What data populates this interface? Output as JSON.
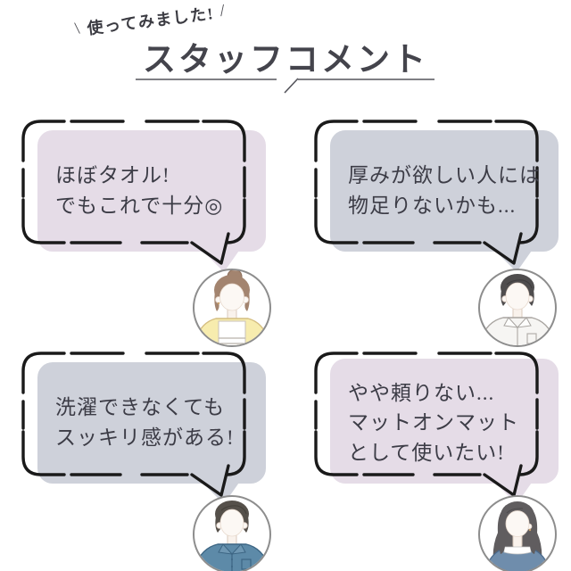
{
  "header": {
    "tagline_open": "\\",
    "tagline": "使ってみました!",
    "tagline_close": "/",
    "title": "スタッフコメント"
  },
  "colors": {
    "bubble_pink": "#e5dce7",
    "bubble_gray": "#ced1da",
    "bubble_border": "#1a1a1a",
    "text": "#3c3c46",
    "title_text": "#44444c",
    "avatar_ring": "#8d8d8d",
    "cardigan_yellow": "#f7ecae",
    "shirt_white": "#f6f5f3",
    "shirt_blue": "#5d8aa8",
    "top_blue": "#6f8dac",
    "hair_brown": "#a3846f",
    "hair_dark": "#4f4d4e"
  },
  "comments": [
    {
      "lines": [
        "ほぼタオル!",
        "でもこれで十分◎"
      ],
      "bubble_color": "#e5dce7",
      "avatar": "woman-hair-bun-yellow-cardigan"
    },
    {
      "lines": [
        "厚みが欲しい人には",
        "物足りないかも..."
      ],
      "bubble_color": "#ced1da",
      "avatar": "man-short-hair-white-shirt"
    },
    {
      "lines": [
        "洗濯できなくても",
        "スッキリ感がある!"
      ],
      "bubble_color": "#ced1da",
      "avatar": "man-short-hair-blue-shirt"
    },
    {
      "lines": [
        "やや頼りない...",
        "マットオンマット",
        "として使いたい!"
      ],
      "bubble_color": "#e5dce7",
      "avatar": "woman-long-hair-blue-top"
    }
  ]
}
